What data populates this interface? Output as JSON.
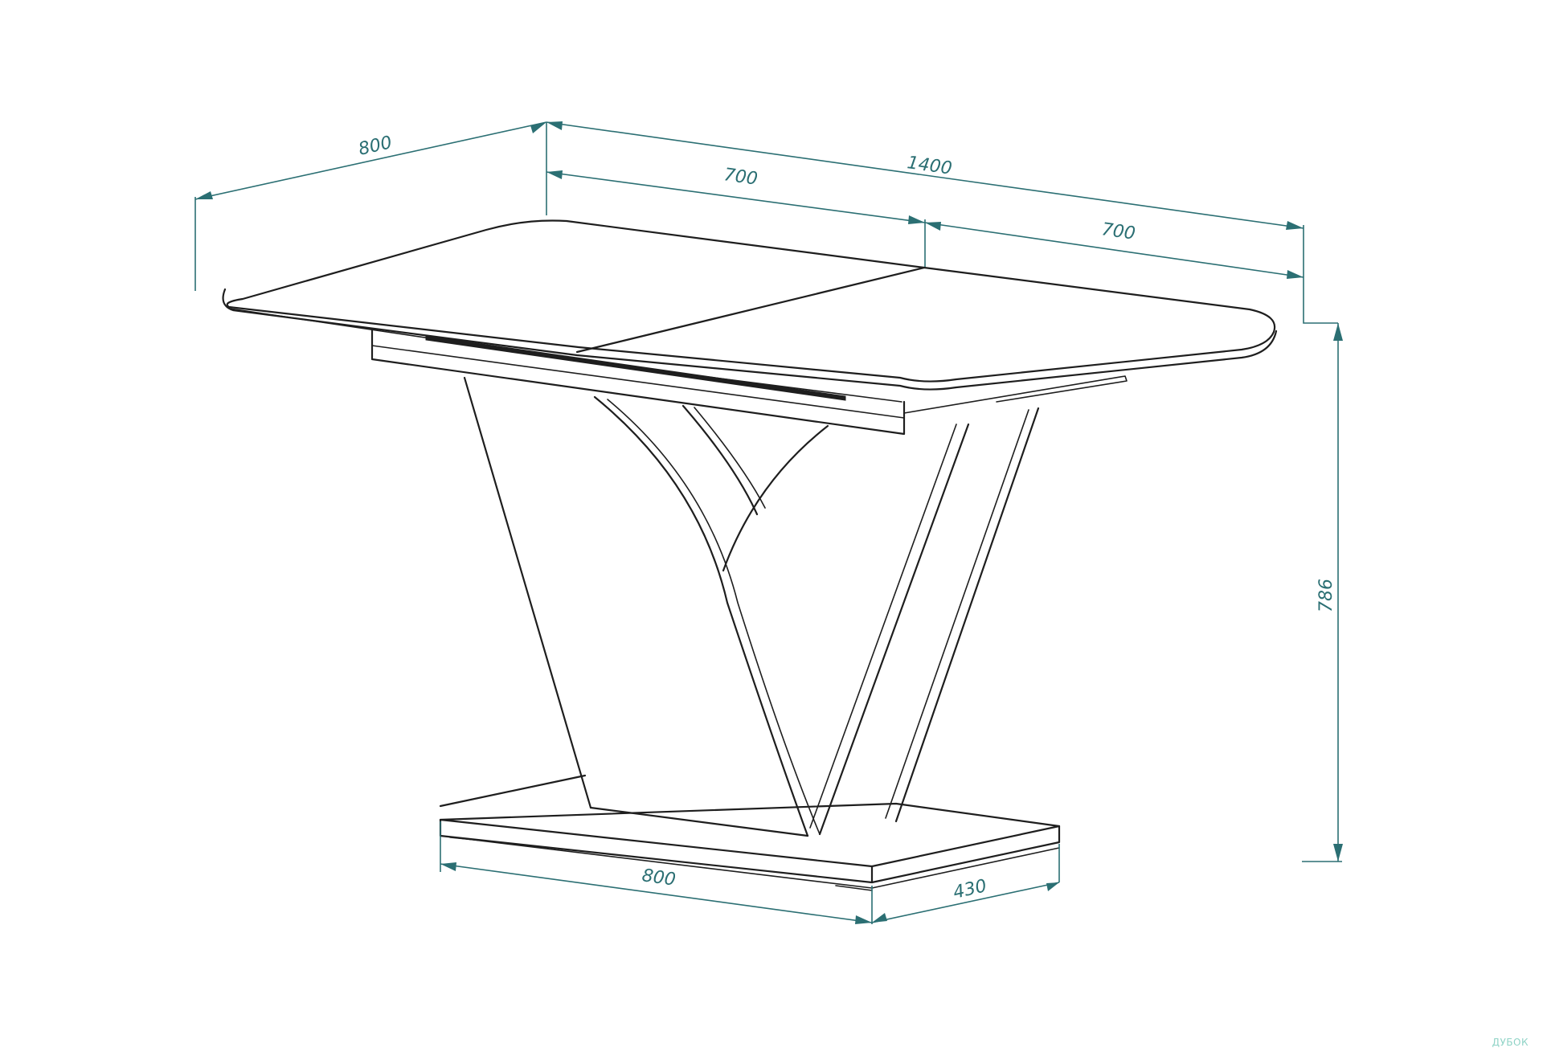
{
  "dimensions": {
    "depth_top": "800",
    "length_extended": "1400",
    "section_left": "700",
    "section_right": "700",
    "height": "786",
    "base_length": "800",
    "base_width": "430"
  },
  "watermark": "ДУБОК",
  "colors": {
    "line": "#1e1e1e",
    "dimension": "#2b6f73",
    "background": "#ffffff"
  }
}
